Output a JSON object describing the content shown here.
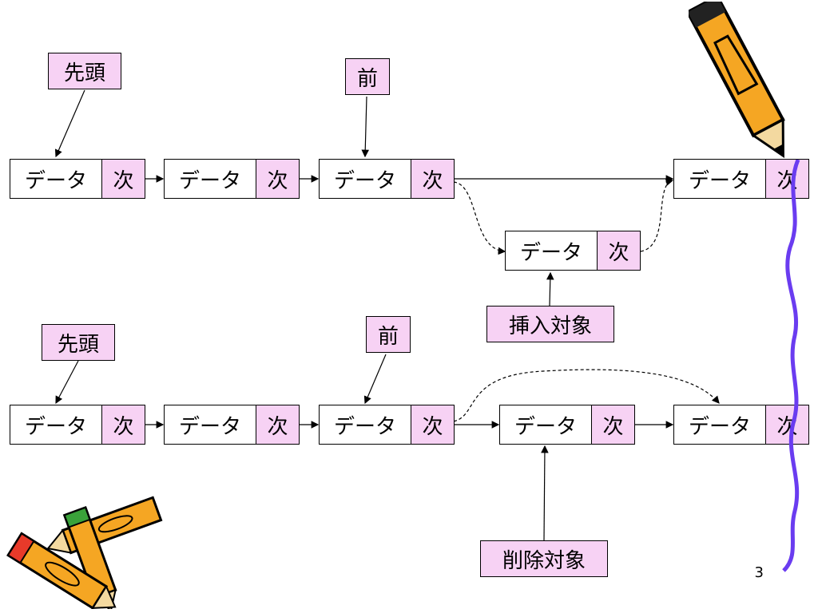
{
  "node": {
    "data_label": "データ",
    "next_label": "次"
  },
  "labels": {
    "head": "先頭",
    "prev": "前",
    "insert_target": "挿入対象",
    "delete_target": "削除対象"
  },
  "page_number": "3",
  "colors": {
    "pointer_fill": "#f7d2f4",
    "pencil_body": "#f5a623",
    "wave_line": "#6a3cf0"
  },
  "decorations": [
    "pencil-icon",
    "pencils-icon",
    "wavy-line"
  ]
}
